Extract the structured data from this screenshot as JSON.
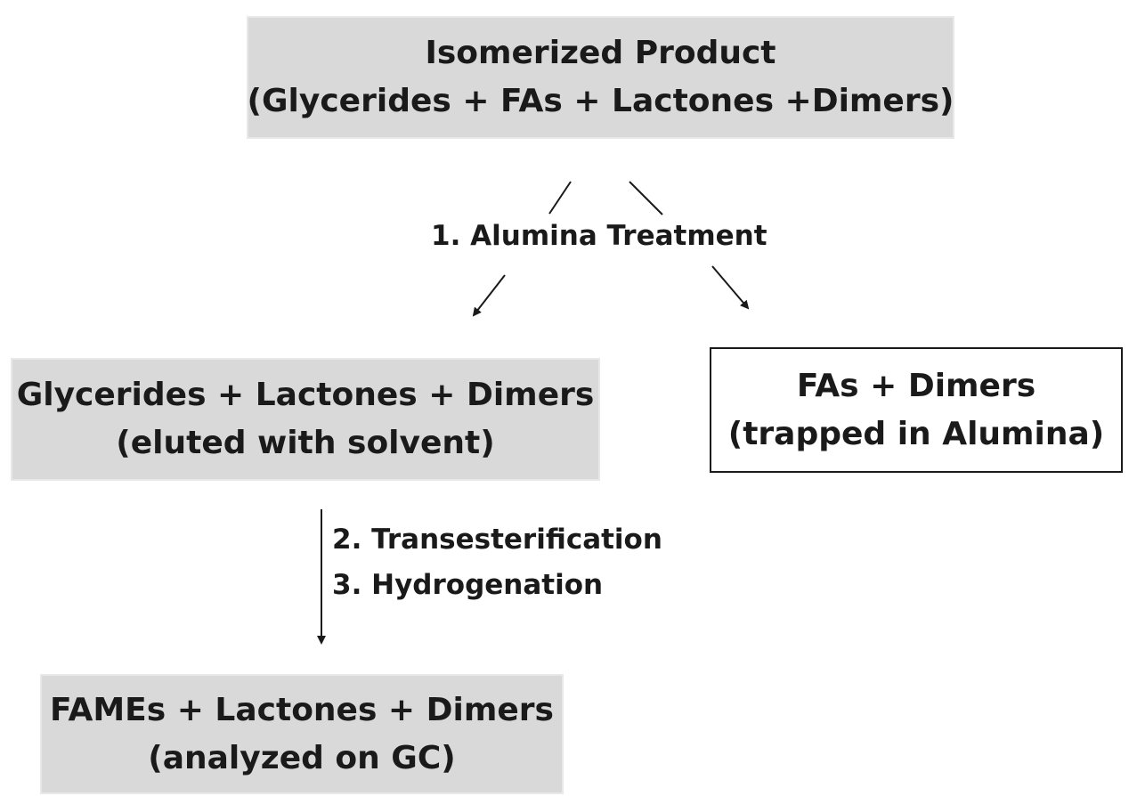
{
  "nodes": {
    "top": {
      "line1": "Isomerized Product",
      "line2": "(Glycerides + FAs + Lactones +Dimers)"
    },
    "left": {
      "line1": "Glycerides + Lactones + Dimers",
      "line2": "(eluted with solvent)"
    },
    "right": {
      "line1": "FAs + Dimers",
      "line2": "(trapped in Alumina)"
    },
    "bottom": {
      "line1": "FAMEs + Lactones + Dimers",
      "line2": "(analyzed on GC)"
    }
  },
  "steps": {
    "step1": "1. Alumina Treatment",
    "step2": "2. Transesterification",
    "step3": "3. Hydrogenation"
  },
  "colors": {
    "box_fill": "#d9d9d9",
    "line": "#1a1a1a"
  }
}
